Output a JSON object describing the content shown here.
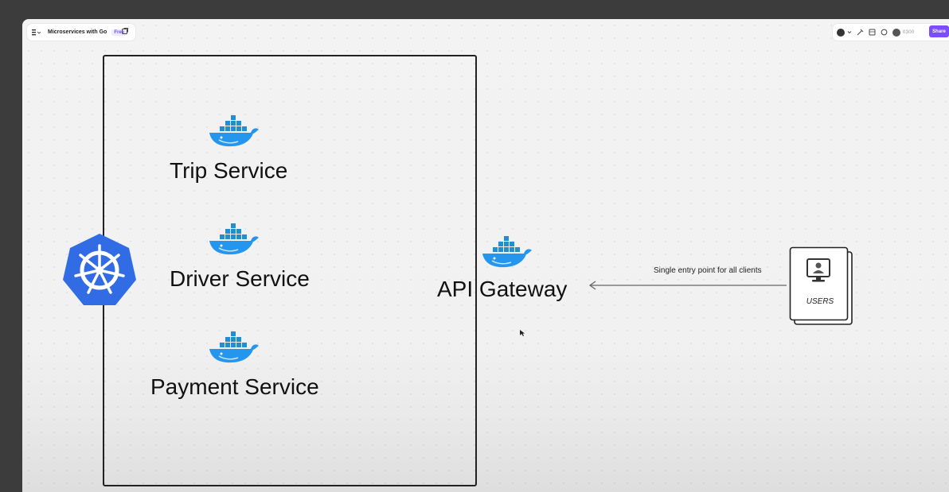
{
  "toolbar": {
    "file_title": "Microservices with Go",
    "plan_badge": "Free",
    "zoom_text": "0300",
    "share_label": "Share"
  },
  "diagram": {
    "services": [
      {
        "label": "Trip Service"
      },
      {
        "label": "Driver Service"
      },
      {
        "label": "Payment Service"
      }
    ],
    "gateway_label": "API Gateway",
    "edge_label": "Single entry point for all clients",
    "users_label": "USERS",
    "icons": {
      "container": "docker-whale-icon",
      "orchestrator": "kubernetes-icon",
      "client": "monitor-user-icon"
    },
    "colors": {
      "docker_blue": "#2496ed",
      "kubernetes_blue": "#326ce5",
      "share_purple": "#7c4dff"
    }
  }
}
